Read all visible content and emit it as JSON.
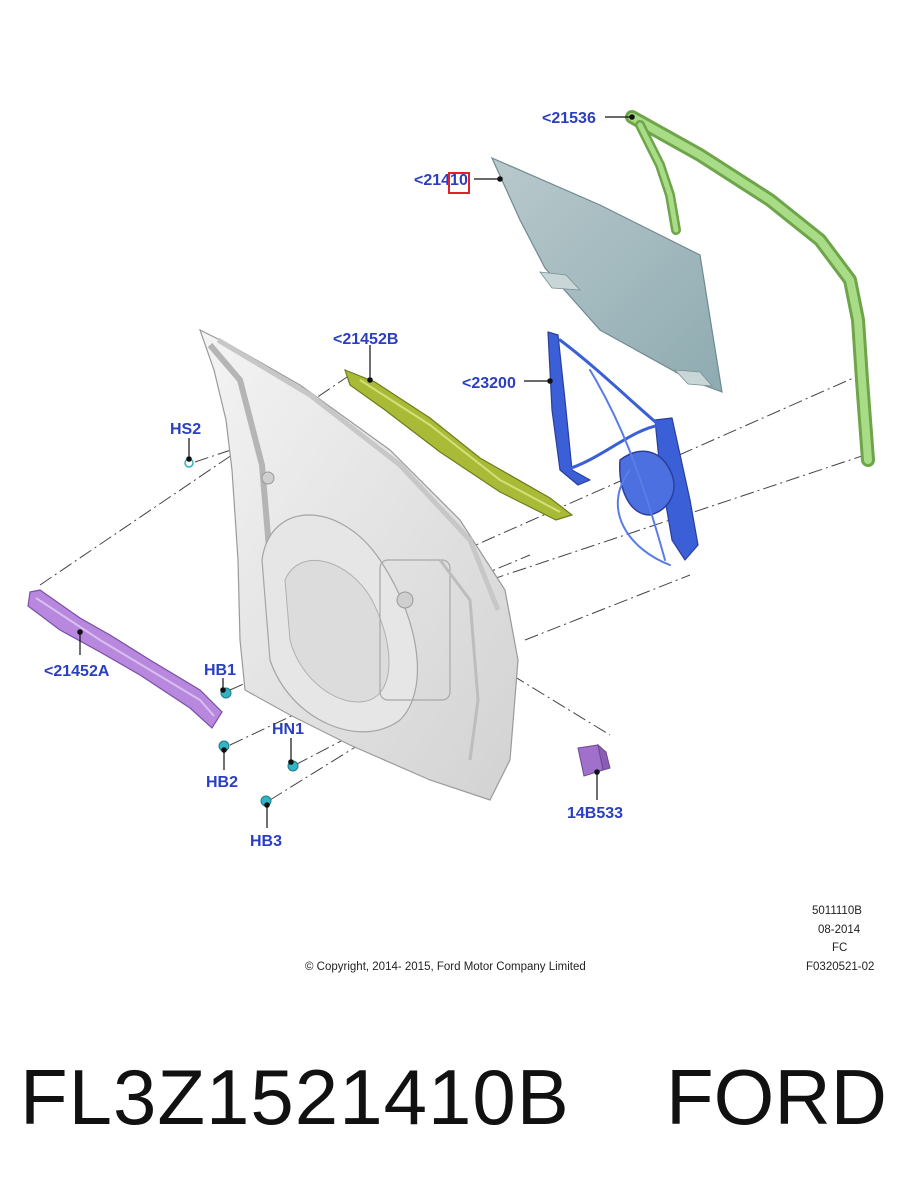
{
  "callouts": {
    "c21536": "<21536",
    "c21410": "<21410",
    "c21452b": "<21452B",
    "c23200": "<23200",
    "hs2": "HS2",
    "c21452a": "<21452A",
    "hb1": "HB1",
    "hn1": "HN1",
    "hb2": "HB2",
    "hb3": "HB3",
    "c14b533": "14B533"
  },
  "meta": {
    "code": "5011110B",
    "date": "08-2014",
    "region": "FC",
    "figure": "F0320521-02",
    "copyright": "© Copyright, 2014- 2015, Ford Motor Company Limited"
  },
  "footer": {
    "part_number": "FL3Z1521410B",
    "brand": "FORD"
  },
  "colors": {
    "callout_text": "#2a3fc0",
    "glass": "#9fb6bb",
    "run_channel": "#8fce6a",
    "belt_weatherstrip": "#9aab2c",
    "regulator": "#3a5fd6",
    "lower_weatherstrip": "#b07ed6",
    "module": "#a070cc",
    "fastener": "#33b3c4",
    "highlight_box": "#e0202a"
  }
}
